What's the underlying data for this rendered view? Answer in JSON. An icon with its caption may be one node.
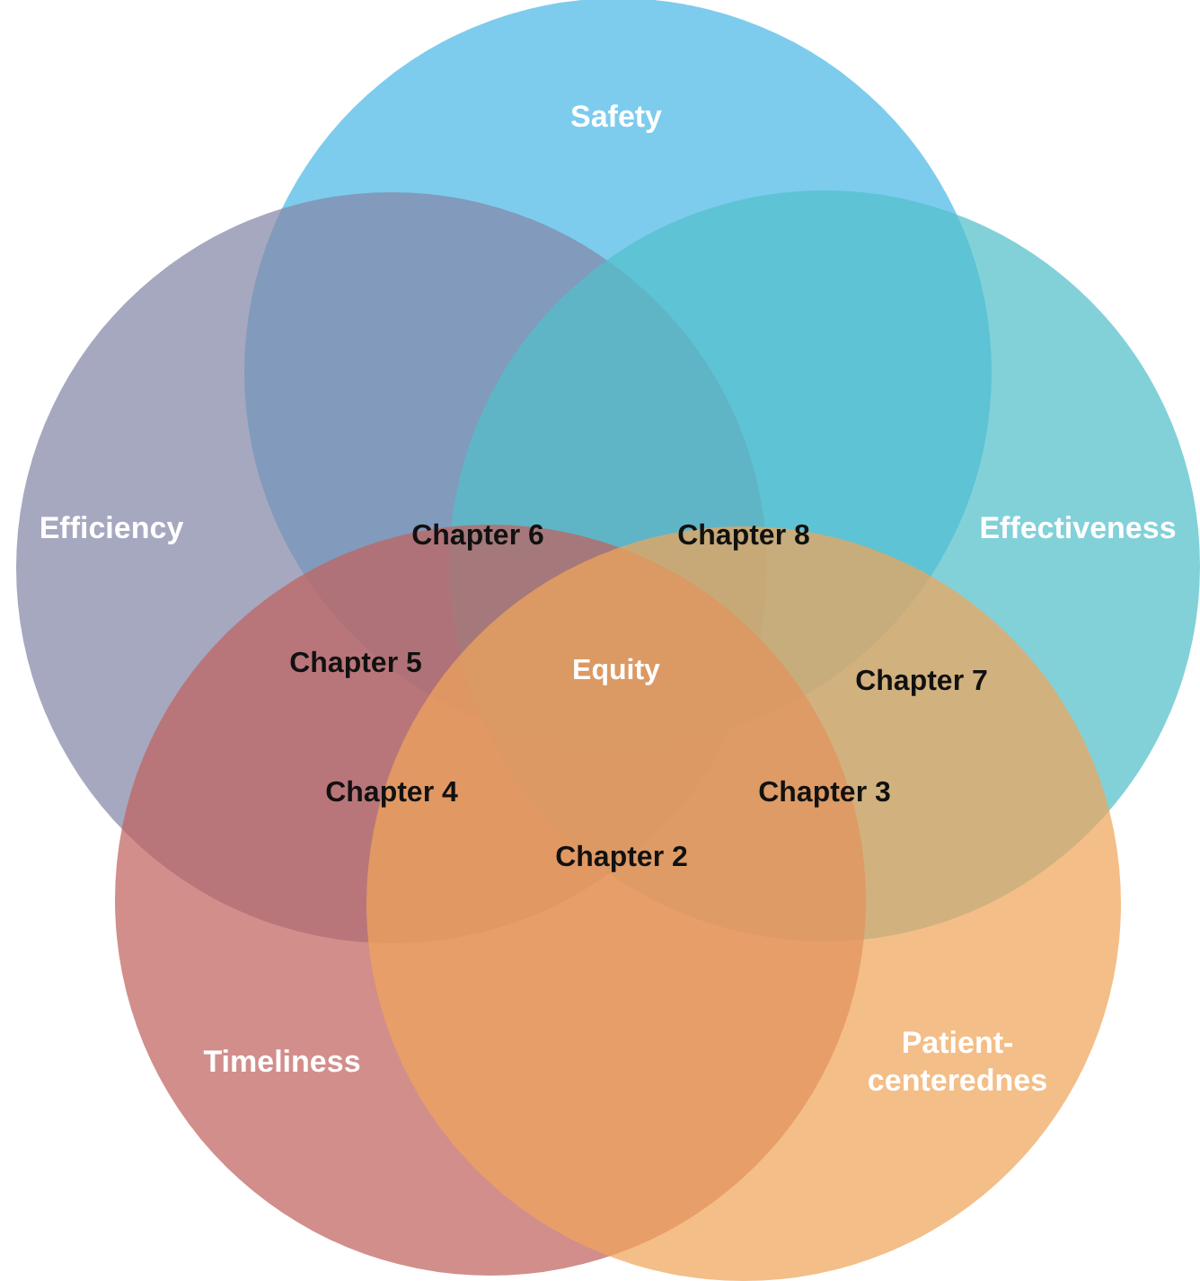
{
  "diagram": {
    "nodes": [
      {
        "text": [
          "Safety"
        ]
      },
      {
        "text": [
          "Efficiency"
        ]
      },
      {
        "text": [
          "Effectiveness"
        ]
      },
      {
        "text": [
          "Timeliness"
        ]
      },
      {
        "text": [
          "Patient- centerednes"
        ]
      }
    ],
    "labels": [
      "Chapter 6",
      "Chapter 8",
      "Chapter 5",
      "Equity",
      "Chapter 7",
      "Chapter 4",
      "Chapter 3",
      "Chapter 2"
    ]
  }
}
